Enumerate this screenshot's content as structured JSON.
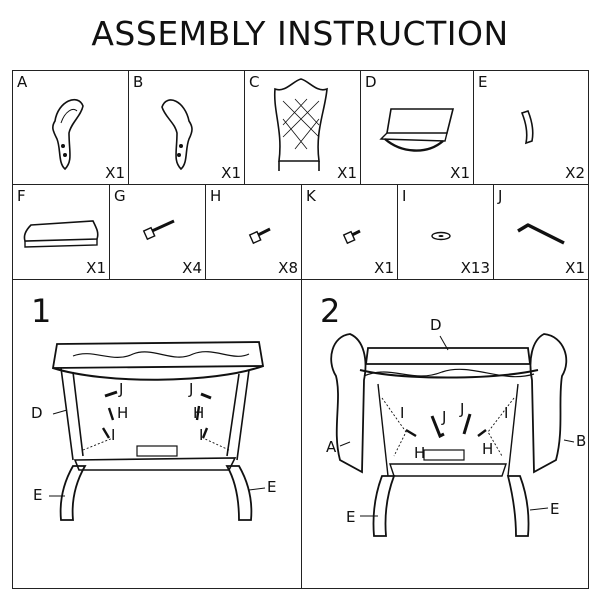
{
  "title": "ASSEMBLY INSTRUCTION",
  "parts_row1": [
    {
      "letter": "A",
      "qty": "X1",
      "icon": "left-arm-panel-icon"
    },
    {
      "letter": "B",
      "qty": "X1",
      "icon": "right-arm-panel-icon"
    },
    {
      "letter": "C",
      "qty": "X1",
      "icon": "tufted-backrest-icon"
    },
    {
      "letter": "D",
      "qty": "X1",
      "icon": "seat-frame-icon"
    },
    {
      "letter": "E",
      "qty": "X2",
      "icon": "leg-brace-icon"
    }
  ],
  "parts_row2": [
    {
      "letter": "F",
      "qty": "X1",
      "icon": "seat-cushion-icon"
    },
    {
      "letter": "G",
      "qty": "X4",
      "icon": "long-bolt-icon"
    },
    {
      "letter": "H",
      "qty": "X8",
      "icon": "medium-bolt-icon"
    },
    {
      "letter": "K",
      "qty": "X1",
      "icon": "short-bolt-icon"
    },
    {
      "letter": "I",
      "qty": "X13",
      "icon": "washer-icon"
    },
    {
      "letter": "J",
      "qty": "X1",
      "icon": "allen-key-icon"
    }
  ],
  "step1": {
    "number": "1",
    "labels": {
      "d": "D",
      "e_left": "E",
      "e_right": "E",
      "j1": "J",
      "j2": "J",
      "h1": "H",
      "h2": "H",
      "i1": "I",
      "i2": "I"
    }
  },
  "step2": {
    "number": "2",
    "labels": {
      "d": "D",
      "a": "A",
      "b": "B",
      "e_left": "E",
      "e_right": "E",
      "i1": "I",
      "i2": "I",
      "j1": "J",
      "j2": "J",
      "h1": "H",
      "h2": "H"
    }
  }
}
